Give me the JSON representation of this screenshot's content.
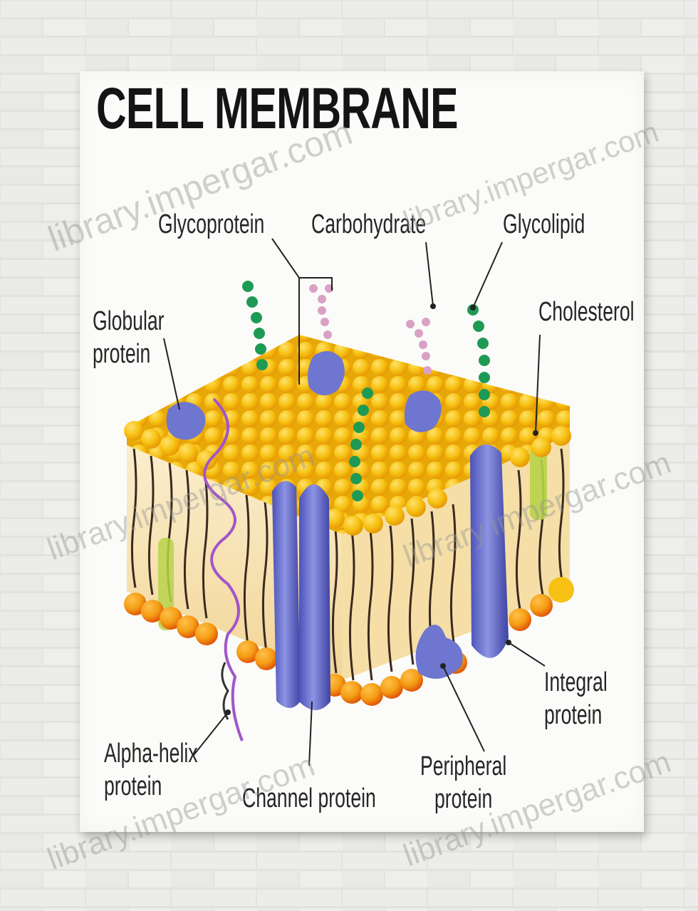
{
  "title": "CELL MEMBRANE",
  "labels": {
    "glycoprotein": "Glycoprotein",
    "carbohydrate": "Carbohydrate",
    "glycolipid": "Glycolipid",
    "cholesterol": "Cholesterol",
    "globular_protein": "Globular\nprotein",
    "integral_protein": "Integral\nprotein",
    "alpha_helix_protein": "Alpha-helix\nprotein",
    "channel_protein": "Channel protein",
    "peripheral_protein": "Peripheral\nprotein"
  },
  "watermark": "library.impergar.com",
  "colors": {
    "phospholipid_head": "#f6c112",
    "lower_head": "#f49d14",
    "protein": "#6e76cf",
    "carbohydrate_chain": "#1f9a55",
    "cholesterol": "#b7d34a",
    "tail": "#3a2a20",
    "core": "#f7e3b5"
  }
}
